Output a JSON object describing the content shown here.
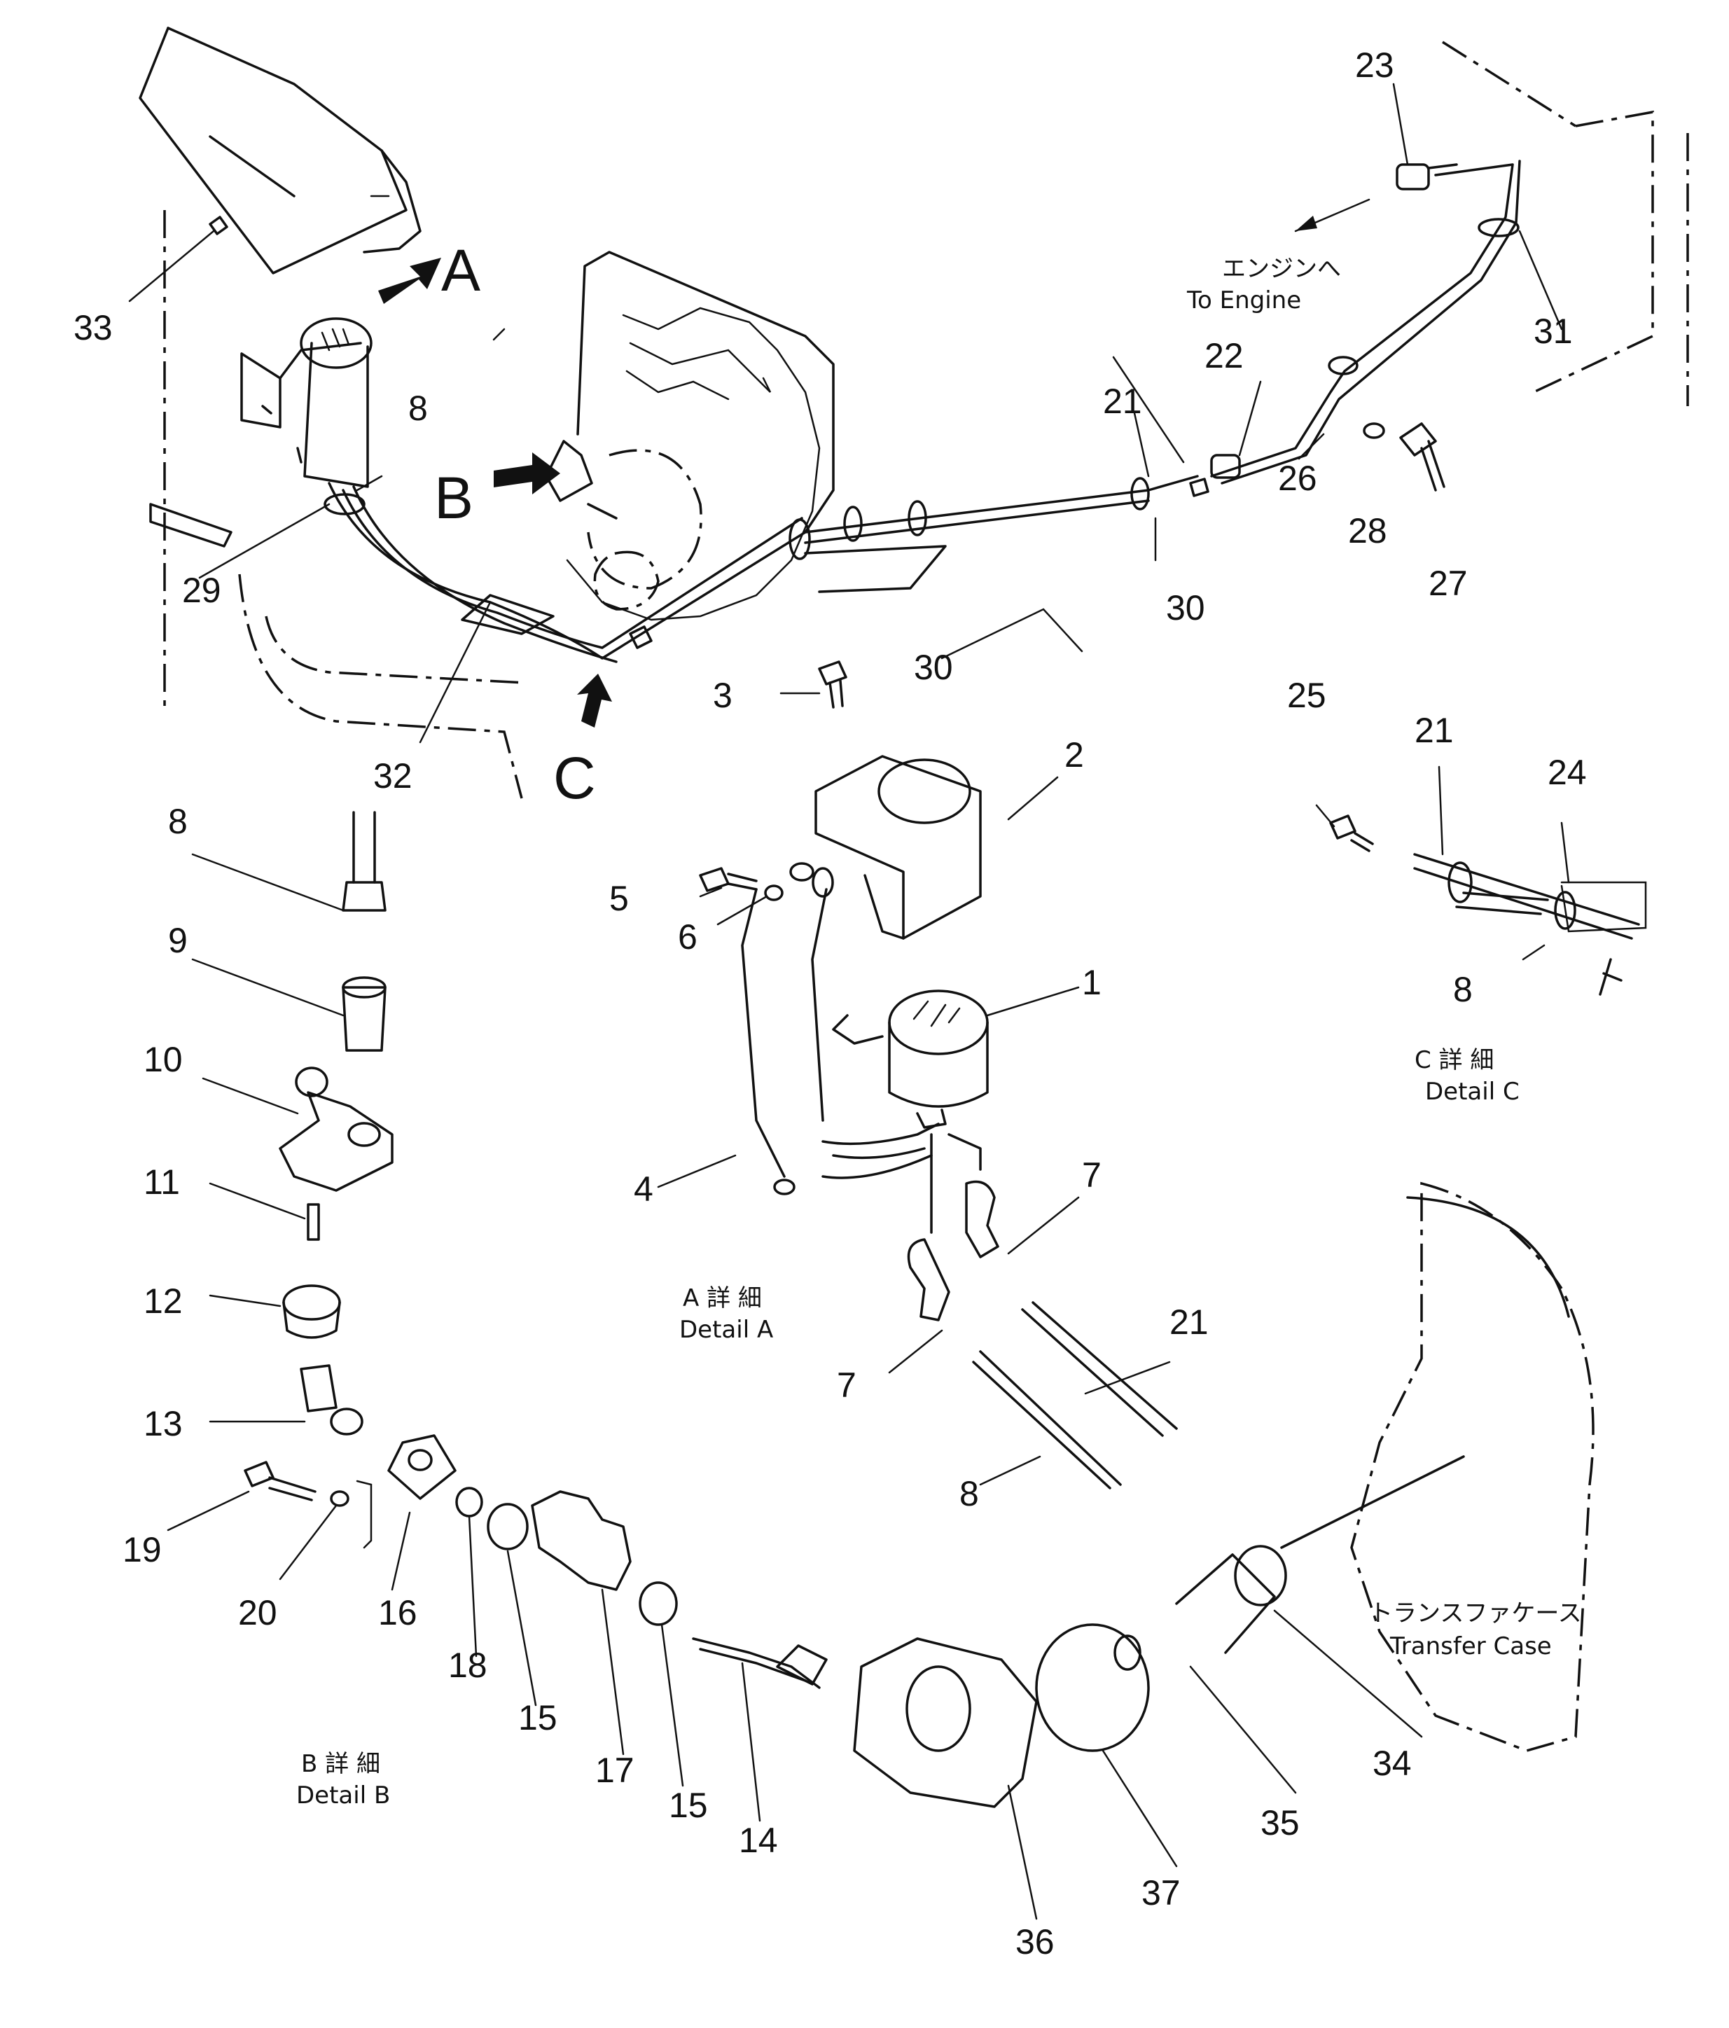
{
  "callouts": [
    {
      "id": "c1",
      "text": "1"
    },
    {
      "id": "c2",
      "text": "2"
    },
    {
      "id": "c3",
      "text": "3"
    },
    {
      "id": "c4",
      "text": "4"
    },
    {
      "id": "c5",
      "text": "5"
    },
    {
      "id": "c6",
      "text": "6"
    },
    {
      "id": "c7a",
      "text": "7"
    },
    {
      "id": "c7b",
      "text": "7"
    },
    {
      "id": "c8a",
      "text": "8"
    },
    {
      "id": "c8b",
      "text": "8"
    },
    {
      "id": "c8c",
      "text": "8"
    },
    {
      "id": "c8d",
      "text": "8"
    },
    {
      "id": "c9",
      "text": "9"
    },
    {
      "id": "c10",
      "text": "10"
    },
    {
      "id": "c11",
      "text": "11"
    },
    {
      "id": "c12",
      "text": "12"
    },
    {
      "id": "c13",
      "text": "13"
    },
    {
      "id": "c14",
      "text": "14"
    },
    {
      "id": "c15a",
      "text": "15"
    },
    {
      "id": "c15b",
      "text": "15"
    },
    {
      "id": "c16",
      "text": "16"
    },
    {
      "id": "c17",
      "text": "17"
    },
    {
      "id": "c18",
      "text": "18"
    },
    {
      "id": "c19",
      "text": "19"
    },
    {
      "id": "c20",
      "text": "20"
    },
    {
      "id": "c21a",
      "text": "21"
    },
    {
      "id": "c21b",
      "text": "21"
    },
    {
      "id": "c21c",
      "text": "21"
    },
    {
      "id": "c22",
      "text": "22"
    },
    {
      "id": "c23",
      "text": "23"
    },
    {
      "id": "c24",
      "text": "24"
    },
    {
      "id": "c25",
      "text": "25"
    },
    {
      "id": "c26",
      "text": "26"
    },
    {
      "id": "c27",
      "text": "27"
    },
    {
      "id": "c28",
      "text": "28"
    },
    {
      "id": "c29",
      "text": "29"
    },
    {
      "id": "c30a",
      "text": "30"
    },
    {
      "id": "c30b",
      "text": "30"
    },
    {
      "id": "c31",
      "text": "31"
    },
    {
      "id": "c32",
      "text": "32"
    },
    {
      "id": "c33",
      "text": "33"
    },
    {
      "id": "c34",
      "text": "34"
    },
    {
      "id": "c35",
      "text": "35"
    },
    {
      "id": "c36",
      "text": "36"
    },
    {
      "id": "c37",
      "text": "37"
    }
  ],
  "view_markers": {
    "a": "A",
    "b": "B",
    "c": "C"
  },
  "captions": {
    "to_engine_jp": "エンジンへ",
    "to_engine_en": "To Engine",
    "detail_a_jp": "A 詳 細",
    "detail_a_en": "Detail A",
    "detail_b_jp": "B 詳 細",
    "detail_b_en": "Detail B",
    "detail_c_jp": "C 詳 細",
    "detail_c_en": "Detail C",
    "transfer_jp": "トランスファケース",
    "transfer_en": "Transfer Case"
  }
}
